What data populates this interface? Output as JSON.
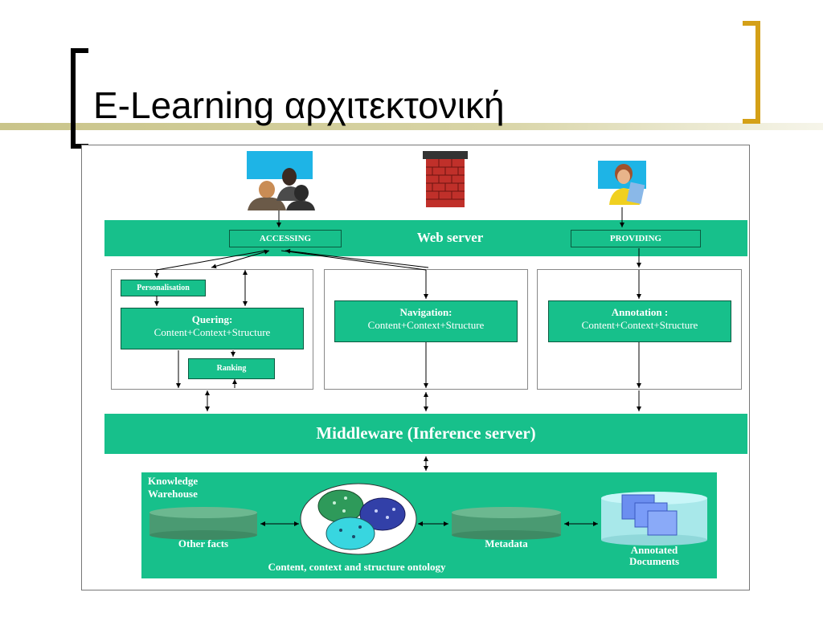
{
  "slide": {
    "title": "E-Learning αρχιτεκτονική"
  },
  "diagram": {
    "web_server": {
      "label": "Web server",
      "accessing": "ACCESSING",
      "providing": "PROVIDING"
    },
    "panels": {
      "personalisation": "Personalisation",
      "quering_title": "Quering:",
      "quering_sub": "Content+Context+Structure",
      "ranking": "Ranking",
      "navigation_title": "Navigation:",
      "navigation_sub": "Content+Context+Structure",
      "annotation_title": "Annotation :",
      "annotation_sub": "Content+Context+Structure"
    },
    "middleware": "Middleware (Inference server)",
    "warehouse": {
      "title_line1": "Knowledge",
      "title_line2": "Warehouse",
      "other_facts": "Other facts",
      "metadata": "Metadata",
      "annotated_line1": "Annotated",
      "annotated_line2": "Documents",
      "ontology": "Content, context and structure ontology"
    },
    "colors": {
      "green": "#17c08b",
      "bracket": "#d4a017",
      "brick": "#c0302a"
    }
  }
}
